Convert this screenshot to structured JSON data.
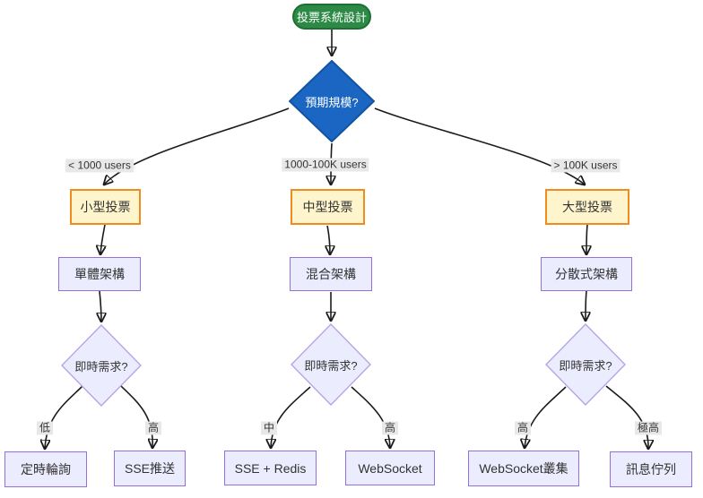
{
  "diagram": {
    "type": "flowchart",
    "nodes": {
      "start": {
        "label": "投票系統設計",
        "shape": "stadium"
      },
      "scale_decision": {
        "label": "預期規模?",
        "shape": "diamond"
      },
      "small": {
        "label": "小型投票",
        "shape": "rect"
      },
      "medium": {
        "label": "中型投票",
        "shape": "rect"
      },
      "large": {
        "label": "大型投票",
        "shape": "rect"
      },
      "monolith": {
        "label": "單體架構",
        "shape": "rect"
      },
      "hybrid": {
        "label": "混合架構",
        "shape": "rect"
      },
      "distributed": {
        "label": "分散式架構",
        "shape": "rect"
      },
      "realtime_small": {
        "label": "即時需求?",
        "shape": "diamond"
      },
      "realtime_medium": {
        "label": "即時需求?",
        "shape": "diamond"
      },
      "realtime_large": {
        "label": "即時需求?",
        "shape": "diamond"
      },
      "polling": {
        "label": "定時輪詢",
        "shape": "rect"
      },
      "sse_push": {
        "label": "SSE推送",
        "shape": "rect"
      },
      "sse_redis": {
        "label": "SSE + Redis",
        "shape": "rect"
      },
      "websocket": {
        "label": "WebSocket",
        "shape": "rect"
      },
      "ws_cluster": {
        "label": "WebSocket叢集",
        "shape": "rect"
      },
      "message_queue": {
        "label": "訊息佇列",
        "shape": "rect"
      }
    },
    "edge_labels": {
      "lt_1000_users": "< 1000 users",
      "mid_users": "1000-100K users",
      "gt_100k_users": "> 100K users",
      "low": "低",
      "high_small": "高",
      "medium_need": "中",
      "high_medium": "高",
      "high_large": "高",
      "very_high": "極高"
    },
    "colors": {
      "start_fill": "#2d8a46",
      "start_border": "#1d6f33",
      "decision_fill": "#1a66c2",
      "decision_border": "#1353a0",
      "tier_fill": "#fff5cd",
      "tier_border": "#f08c1e",
      "arch_fill": "#ececff",
      "arch_border": "#9370db",
      "sub_decision_border": "#b5a6e3",
      "edge_label_bg": "#e8e8e8",
      "edge_line": "#1b1b1b",
      "background": "#ffffff"
    }
  }
}
